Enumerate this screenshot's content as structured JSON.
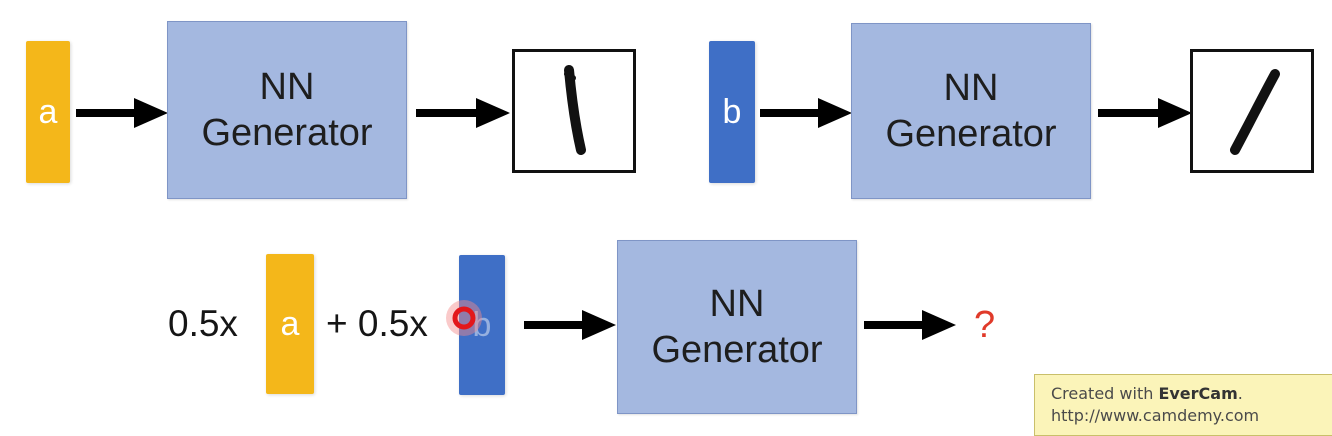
{
  "diagram": {
    "top_left": {
      "latent_label": "a",
      "generator": {
        "line1": "NN",
        "line2": "Generator"
      },
      "output_digit_icon": "digit-one-vertical-icon"
    },
    "top_right": {
      "latent_label": "b",
      "generator": {
        "line1": "NN",
        "line2": "Generator"
      },
      "output_digit_icon": "digit-one-slanted-icon"
    },
    "bottom": {
      "coef_a": "0.5x",
      "latent_a_label": "a",
      "plus_coef_b": "+ 0.5x",
      "latent_b_label": "b",
      "generator": {
        "line1": "NN",
        "line2": "Generator"
      },
      "result": "?"
    },
    "colors": {
      "vector_a": "#f4b71a",
      "vector_b": "#3f6fc6",
      "generator": "#a4b8e0",
      "question": "#e03a2a"
    }
  },
  "watermark": {
    "prefix": "Created with ",
    "brand": "EverCam",
    "suffix": ".",
    "url": "http://www.camdemy.com"
  }
}
